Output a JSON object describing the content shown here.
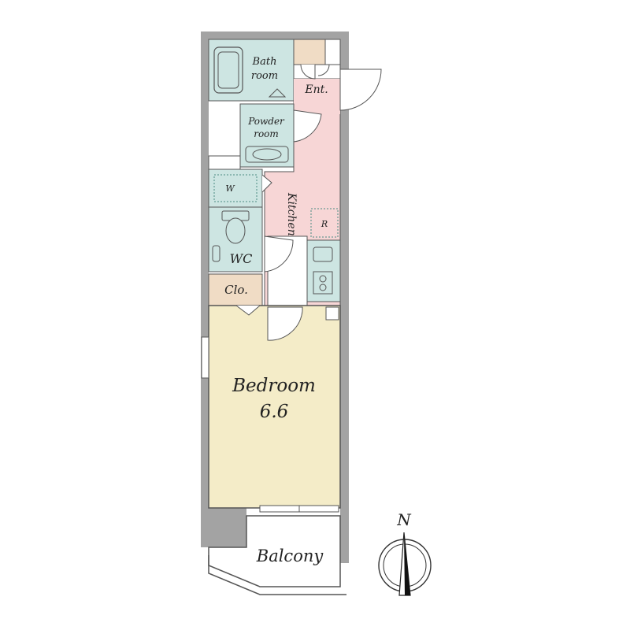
{
  "rooms": {
    "bath": [
      "Bath",
      "room"
    ],
    "entrance": "Ent.",
    "powder": [
      "Powder",
      "room"
    ],
    "washer": "W",
    "kitchen": "Kitchen",
    "fridge": "R",
    "wc": "WC",
    "closet": "Clo.",
    "bedroom": "Bedroom",
    "bedroom_size": "6.6",
    "balcony": "Balcony"
  },
  "compass": {
    "north_label": "N"
  },
  "colors": {
    "wall": "#a3a3a3",
    "wet_area": "#cde5e2",
    "kitchen": "#f7d6d6",
    "bedroom": "#f4ecc8",
    "storage": "#f0dcc5",
    "outline": "#555555"
  }
}
